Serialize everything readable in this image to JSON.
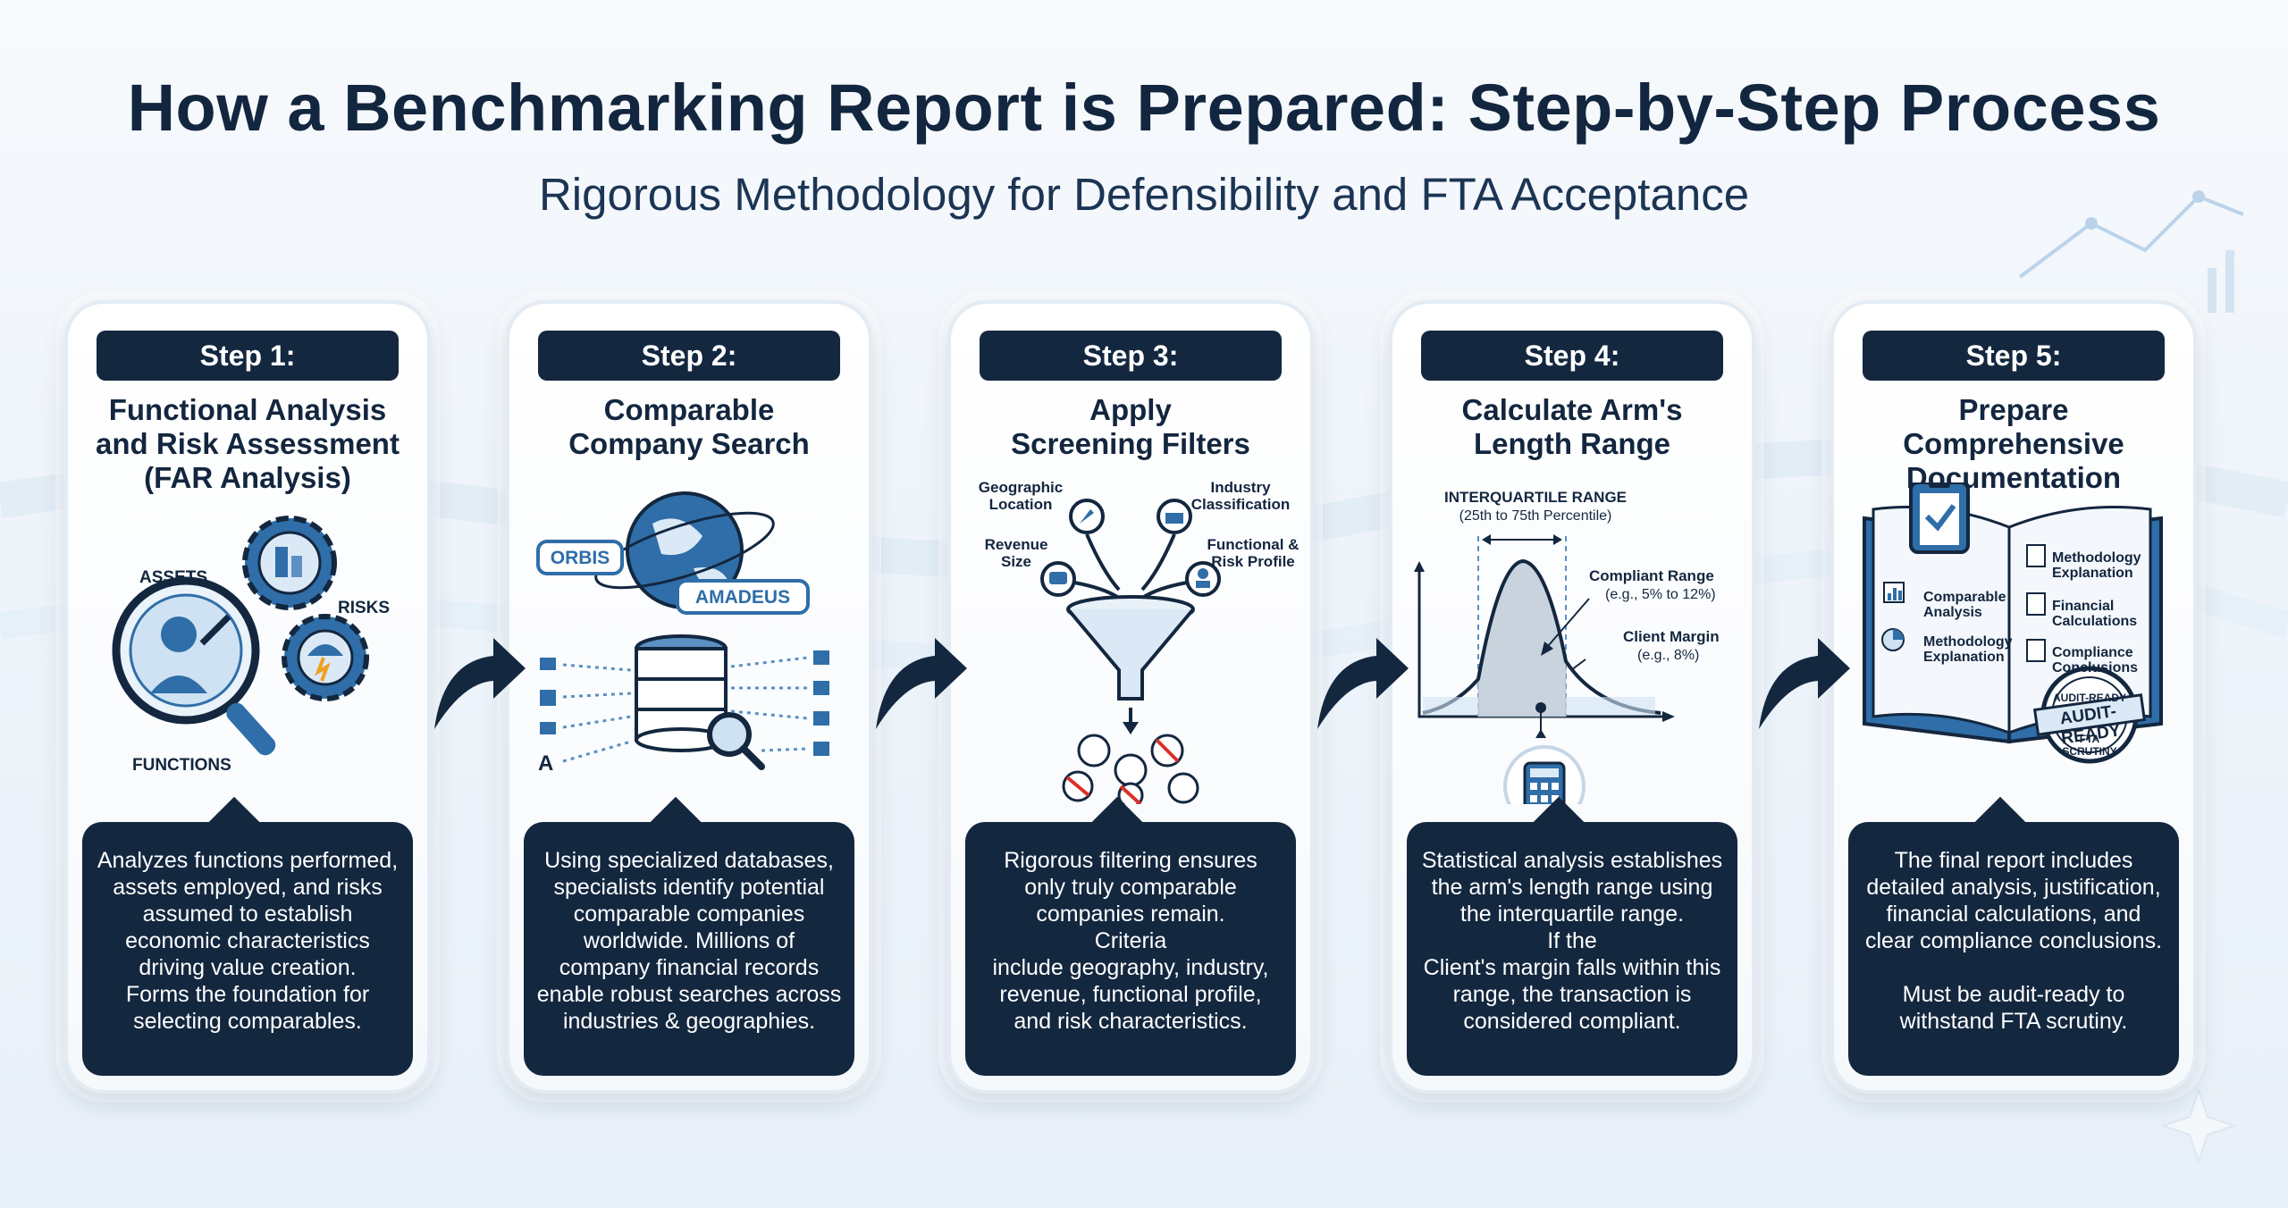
{
  "header": {
    "title": "How a Benchmarking Report is Prepared: Step-by-Step Process",
    "subtitle": "Rigorous Methodology for Defensibility and FTA Acceptance"
  },
  "colors": {
    "navy": "#13273f",
    "accent_blue": "#2f6ea8",
    "light_blue": "#cfe2f3",
    "orange": "#f0a020",
    "red": "#d9312b"
  },
  "steps": [
    {
      "label": "Step 1:",
      "title": "Functional Analysis\nand Risk Assessment\n(FAR Analysis)",
      "illus": {
        "assets": "ASSETS",
        "risks": "RISKS",
        "functions": "FUNCTIONS"
      },
      "description": "Analyzes functions performed,\nassets employed, and risks\nassumed to establish\neconomic characteristics\ndriving value creation.\nForms the foundation for\nselecting comparables."
    },
    {
      "label": "Step 2:",
      "title": "Comparable\nCompany Search",
      "illus": {
        "db1": "ORBIS",
        "db2": "AMADEUS"
      },
      "description": "Using specialized databases,\nspecialists identify potential\ncomparable companies\nworldwide. Millions of\ncompany financial records\nenable robust searches across\nindustries & geographies."
    },
    {
      "label": "Step 3:",
      "title": "Apply\nScreening Filters",
      "illus": {
        "geo": "Geographic\nLocation",
        "industry": "Industry\nClassification",
        "revenue": "Revenue\nSize",
        "functional": "Functional &\nRisk Profile"
      },
      "description": "Rigorous filtering ensures\nonly truly comparable\ncompanies remain.\nCriteria\ninclude geography, industry,\nrevenue, functional profile,\nand risk characteristics."
    },
    {
      "label": "Step 4:",
      "title": "Calculate Arm's\nLength Range",
      "illus": {
        "iqr": "INTERQUARTILE RANGE",
        "iqr_sub": "(25th to 75th Percentile)",
        "compliant": "Compliant Range",
        "compliant_sub": "(e.g., 5% to 12%)",
        "client": "Client Margin",
        "client_sub": "(e.g., 8%)"
      },
      "description": "Statistical analysis establishes\nthe arm's length range using\nthe interquartile range.\nIf the\nClient's margin falls within this\nrange, the transaction is\nconsidered compliant."
    },
    {
      "label": "Step 5:",
      "title": "Prepare Comprehensive\nDocumentation",
      "illus": {
        "left1": "Comparable\nAnalysis",
        "left2": "Methodology\nExplanation",
        "right1": "Methodology\nExplanation",
        "right2": "Financial\nCalculations",
        "right3": "Compliance\nConclusions",
        "stamp_top": "AUDIT-READY",
        "stamp_main": "AUDIT-READY",
        "stamp_bottom": "FTA SCRUTINY"
      },
      "description": "The final report includes\ndetailed analysis, justification,\nfinancial calculations, and\nclear compliance conclusions.\n\nMust be audit-ready to\nwithstand FTA scrutiny."
    }
  ]
}
